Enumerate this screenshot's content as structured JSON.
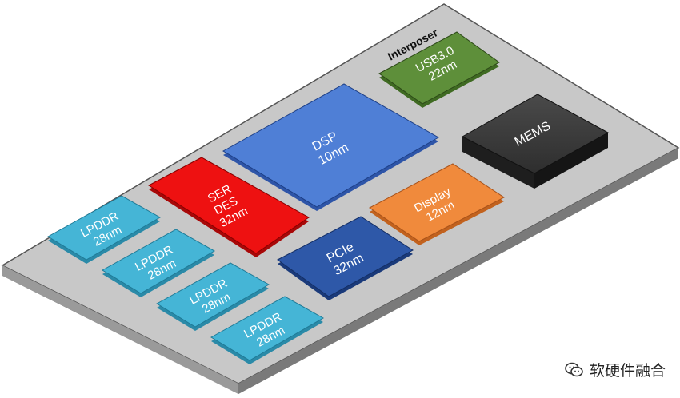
{
  "diagram": {
    "interposer_label": "Interposer",
    "chips": {
      "usb": {
        "line1": "USB3.0",
        "line2": "22nm",
        "color": "#5e8f3a"
      },
      "mems": {
        "line1": "MEMS",
        "color": "#3a3a3a"
      },
      "dsp": {
        "line1": "DSP",
        "line2": "10nm",
        "color": "#4f7fd6"
      },
      "serdes": {
        "line1": "SER",
        "line2": "DES",
        "line3": "32nm",
        "color": "#ee1111"
      },
      "display": {
        "line1": "Display",
        "line2": "12nm",
        "color": "#f08a3c"
      },
      "pcie": {
        "line1": "PCIe",
        "line2": "32nm",
        "color": "#2e58a8"
      },
      "lpddr1": {
        "line1": "LPDDR",
        "line2": "28nm",
        "color": "#45b5d6"
      },
      "lpddr2": {
        "line1": "LPDDR",
        "line2": "28nm",
        "color": "#45b5d6"
      },
      "lpddr3": {
        "line1": "LPDDR",
        "line2": "28nm",
        "color": "#45b5d6"
      },
      "lpddr4": {
        "line1": "LPDDR",
        "line2": "28nm",
        "color": "#45b5d6"
      }
    },
    "interposer_color": "#c8c8c8"
  },
  "watermark": {
    "text": "软硬件融合",
    "icon": "wechat-icon"
  }
}
